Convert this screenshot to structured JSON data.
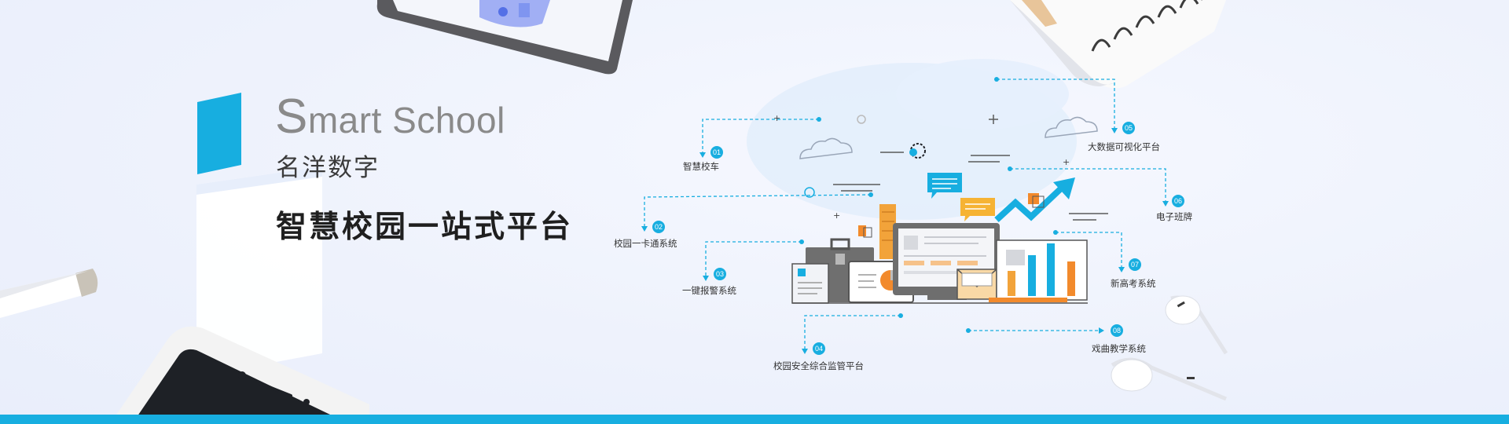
{
  "hero": {
    "brand_en_initial": "S",
    "brand_en_rest": "mart School",
    "brand_cn": "名洋数字",
    "platform_title": "智慧校园一站式平台"
  },
  "systems": [
    {
      "number": "01",
      "label": "智慧校车"
    },
    {
      "number": "02",
      "label": "校园一卡通系统"
    },
    {
      "number": "03",
      "label": "一键报警系统"
    },
    {
      "number": "04",
      "label": "校园安全综合监管平台"
    },
    {
      "number": "05",
      "label": "大数据可视化平台"
    },
    {
      "number": "06",
      "label": "电子班牌"
    },
    {
      "number": "07",
      "label": "新高考系统"
    },
    {
      "number": "08",
      "label": "戏曲教学系统"
    }
  ],
  "colors": {
    "accent": "#17aee0",
    "background": "#eef2fc",
    "orange": "#f28a2c",
    "gray": "#7a7a7a"
  },
  "icons": [
    "tablet-icon",
    "notebook-icon",
    "pen-icon",
    "phone-icon",
    "earphones-icon",
    "cloud-icon",
    "chart-arrow-icon",
    "chat-bubble-icon"
  ]
}
